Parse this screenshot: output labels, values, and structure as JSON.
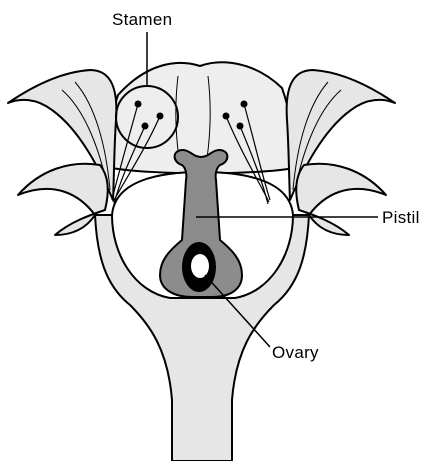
{
  "labels": {
    "stamen": "Stamen",
    "pistil": "Pistil",
    "ovary": "Ovary"
  },
  "colors": {
    "petal": "#e6e6e6",
    "inner_petal": "#eeeeee",
    "pistil": "#8c8c8c",
    "ovary": "#000000",
    "ovule": "#ffffff",
    "outline": "#000000"
  }
}
